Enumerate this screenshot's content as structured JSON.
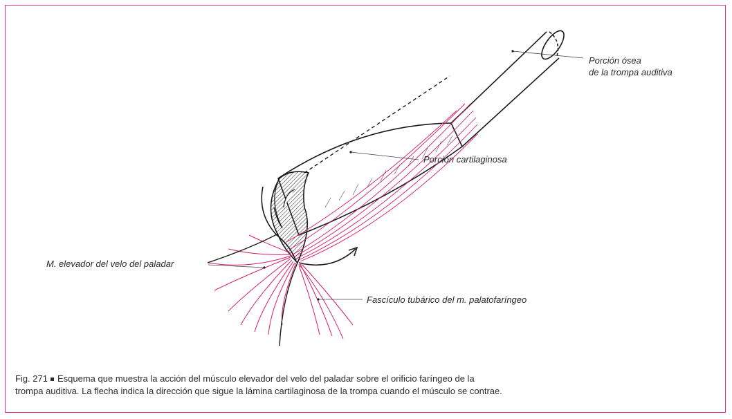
{
  "labels": {
    "bony_part_line1": "Porción ósea",
    "bony_part_line2": "de la trompa auditiva",
    "cartilaginous_part": "Porción cartilaginosa",
    "levator_muscle": "M. elevador del velo del paladar",
    "palatopharyngeal_fascicle": "Fascículo tubárico del m. palatofaríngeo"
  },
  "caption": {
    "figure_number": "Fig. 271",
    "text_line1": "Esquema que muestra la acción del músculo elevador del velo del paladar sobre el orificio faríngeo de la",
    "text_line2": "trompa auditiva. La flecha indica la dirección que sigue la lámina cartilaginosa de la trompa cuando el músculo se contrae."
  },
  "colors": {
    "frame": "#d8307a",
    "muscle": "#d81b6a",
    "ink": "#1a1a1a"
  }
}
